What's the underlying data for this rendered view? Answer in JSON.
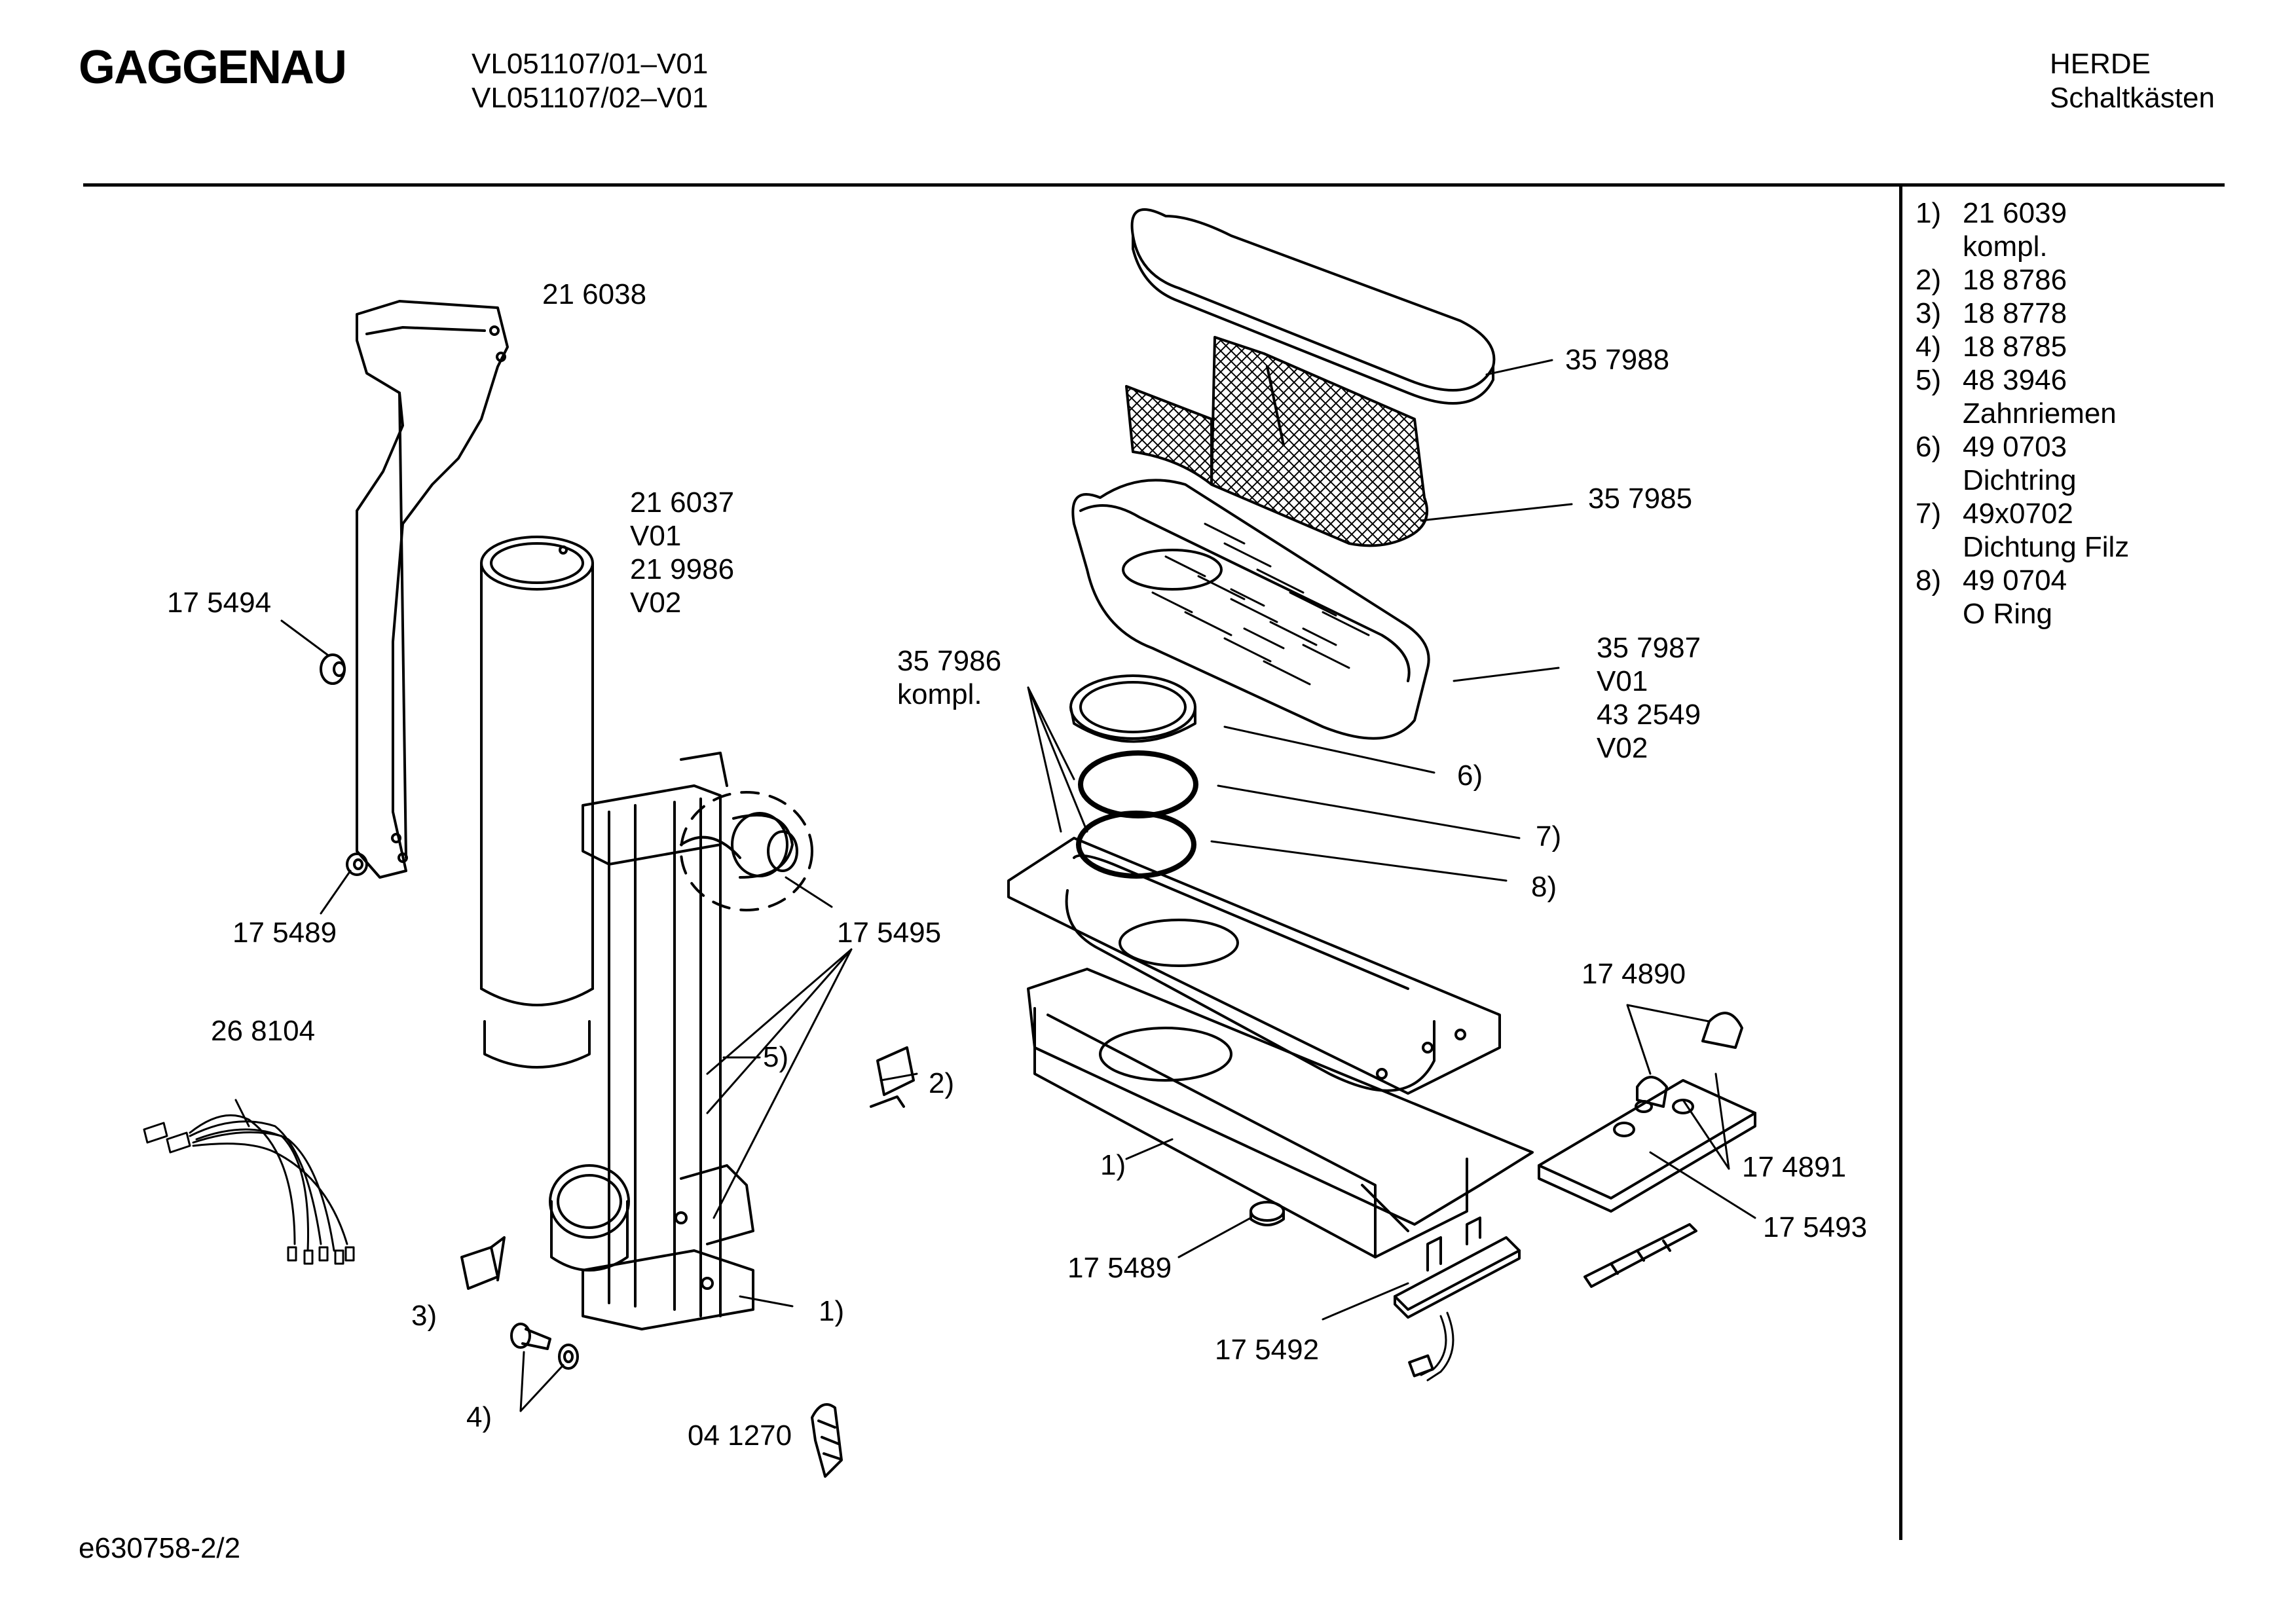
{
  "header": {
    "brand": "GAGGENAU",
    "models": [
      "VL051107/01–V01",
      "VL051107/02–V01"
    ],
    "category": "HERDE",
    "subcategory": "Schaltkästen"
  },
  "legend": [
    {
      "num": "1)",
      "part": "21 6039",
      "desc": "kompl."
    },
    {
      "num": "2)",
      "part": "18 8786",
      "desc": ""
    },
    {
      "num": "3)",
      "part": "18 8778",
      "desc": ""
    },
    {
      "num": "4)",
      "part": "18 8785",
      "desc": ""
    },
    {
      "num": "5)",
      "part": "48 3946",
      "desc": "Zahnriemen"
    },
    {
      "num": "6)",
      "part": "49 0703",
      "desc": "Dichtring"
    },
    {
      "num": "7)",
      "part": "49x0702",
      "desc": "Dichtung Filz"
    },
    {
      "num": "8)",
      "part": "49 0704",
      "desc": "O Ring"
    }
  ],
  "callouts": {
    "c216038": "21 6038",
    "c216037": [
      "21 6037",
      "V01",
      "21 9986",
      "V02"
    ],
    "c175494": "17 5494",
    "c175489a": "17 5489",
    "c175495": "17 5495",
    "c268104": "26 8104",
    "c5": "5)",
    "c2": "2)",
    "c3": "3)",
    "c1a": "1)",
    "c4": "4)",
    "c041270": "04 1270",
    "c357988": "35 7988",
    "c357985": "35 7985",
    "c357986": [
      "35 7986",
      "kompl."
    ],
    "c357987": [
      "35 7987",
      "V01",
      "43 2549",
      "V02"
    ],
    "c6": "6)",
    "c7": "7)",
    "c8": "8)",
    "c174890": "17 4890",
    "c1b": "1)",
    "c174891": "17 4891",
    "c175493": "17 5493",
    "c175489b": "17 5489",
    "c175492": "17 5492"
  },
  "footer": {
    "doc_id": "e630758-2/2"
  }
}
